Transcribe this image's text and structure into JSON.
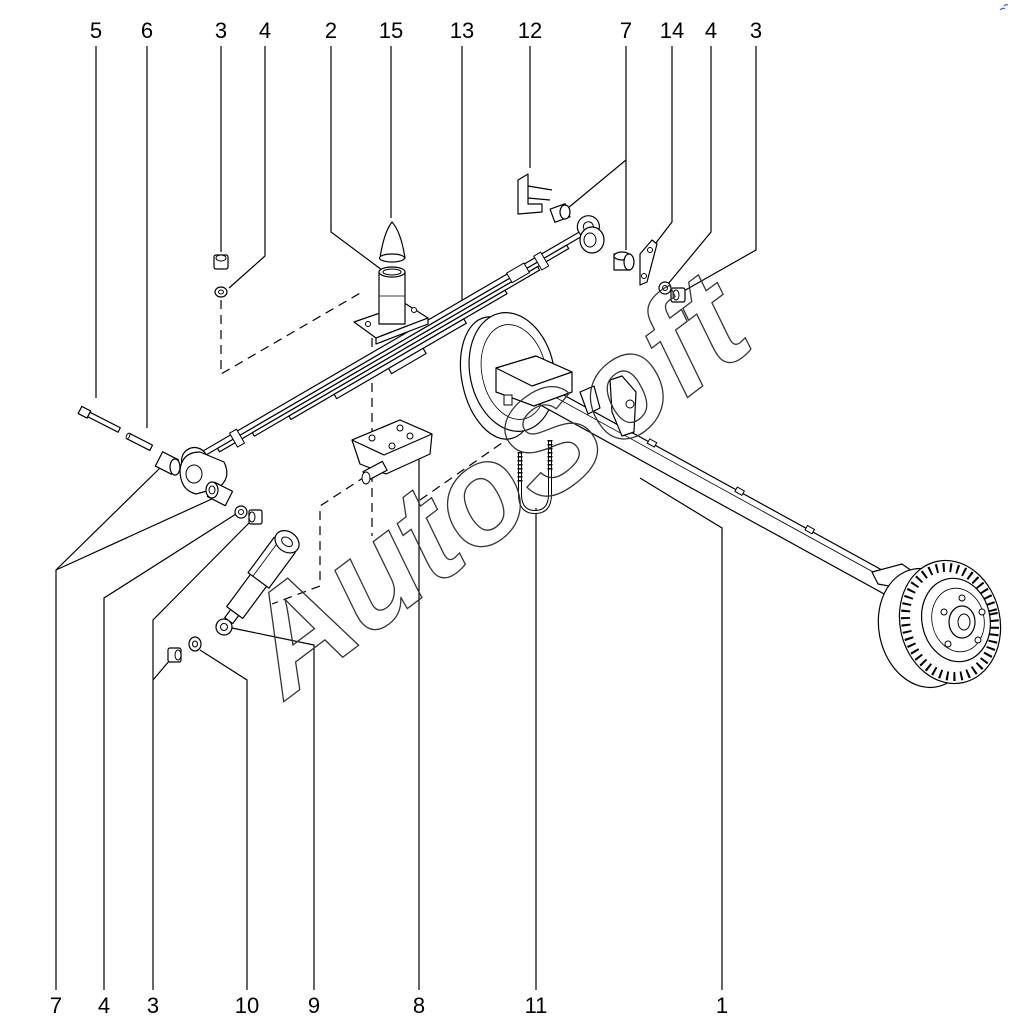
{
  "top_labels": [
    "5",
    "6",
    "3",
    "4",
    "2",
    "15",
    "13",
    "12",
    "7",
    "14",
    "4",
    "3"
  ],
  "bottom_labels": [
    "7",
    "4",
    "3",
    "10",
    "9",
    "8",
    "11",
    "1"
  ],
  "watermark": "AutoSoft"
}
